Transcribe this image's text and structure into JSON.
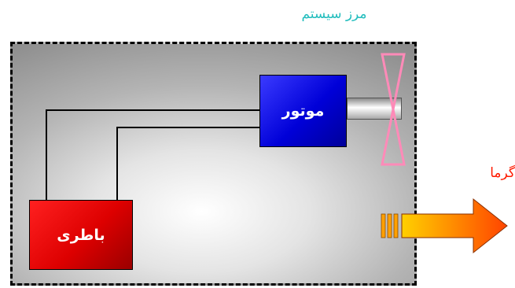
{
  "labels": {
    "system_boundary": "مرز سیستم",
    "heat": "گرما"
  },
  "components": {
    "motor": "موتور",
    "battery": "باطری"
  },
  "colors": {
    "boundary_label": "#22bdbd",
    "heat_label": "#ff1a00",
    "motor": "#0000d8",
    "battery": "#dd0000",
    "fan": "#ff8ab8",
    "heat_arrow": "#ff8000"
  }
}
